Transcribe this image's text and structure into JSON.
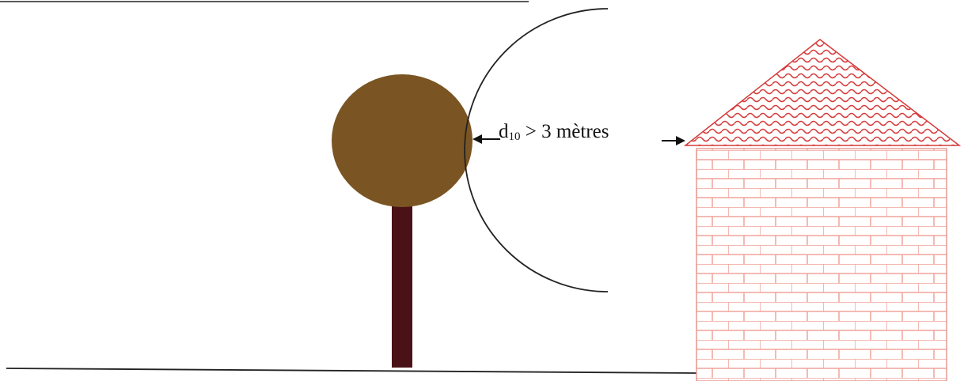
{
  "diagram": {
    "distance_label": {
      "symbol": "d",
      "subscript": "10",
      "rest": " > 3 mètres"
    }
  },
  "colors": {
    "background": "#ffffff",
    "line": "#222222",
    "tree_crown": "#7a5523",
    "tree_trunk": "#4a1216",
    "roof_pattern": "#d63a3a",
    "brick_lines": "#f0a39a",
    "brick_fill": "#ffffff"
  },
  "icons": {
    "arrow_left": "arrow-left-icon",
    "arrow_right": "arrow-right-icon"
  }
}
